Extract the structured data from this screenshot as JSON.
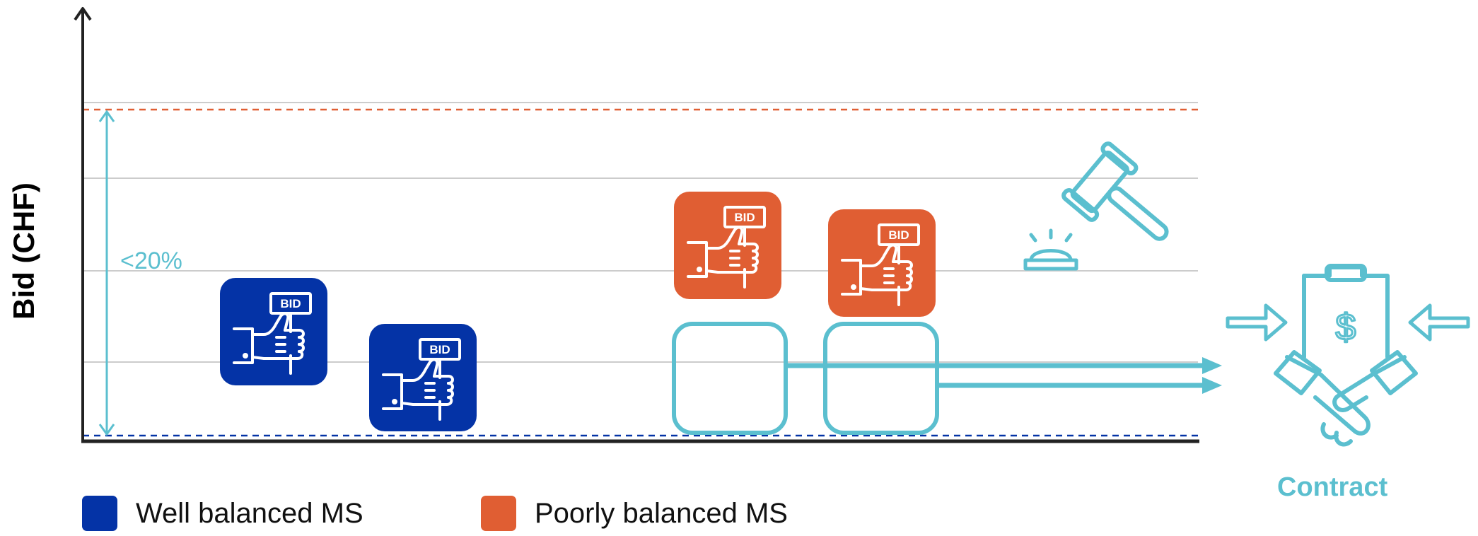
{
  "axis": {
    "y_label": "Bid (CHF)"
  },
  "range_annotation": "<20%",
  "colors": {
    "well": "#0433a6",
    "poorly": "#e05e33",
    "accent": "#5bbfcf",
    "grid": "#cccccc",
    "axis": "#222222"
  },
  "bids": [
    {
      "group": "well",
      "tag": "BID"
    },
    {
      "group": "well",
      "tag": "BID"
    },
    {
      "group": "poorly",
      "tag": "BID"
    },
    {
      "group": "poorly",
      "tag": "BID"
    }
  ],
  "icons": [
    "thumbs-up-bid-icon",
    "gavel-icon",
    "bell-icon",
    "contract-handshake-icon",
    "arrow-right-icon",
    "arrow-left-icon"
  ],
  "contract_label": "Contract",
  "legend": [
    {
      "label": "Well balanced MS",
      "color": "#0433a6"
    },
    {
      "label": "Poorly balanced MS",
      "color": "#e05e33"
    }
  ]
}
